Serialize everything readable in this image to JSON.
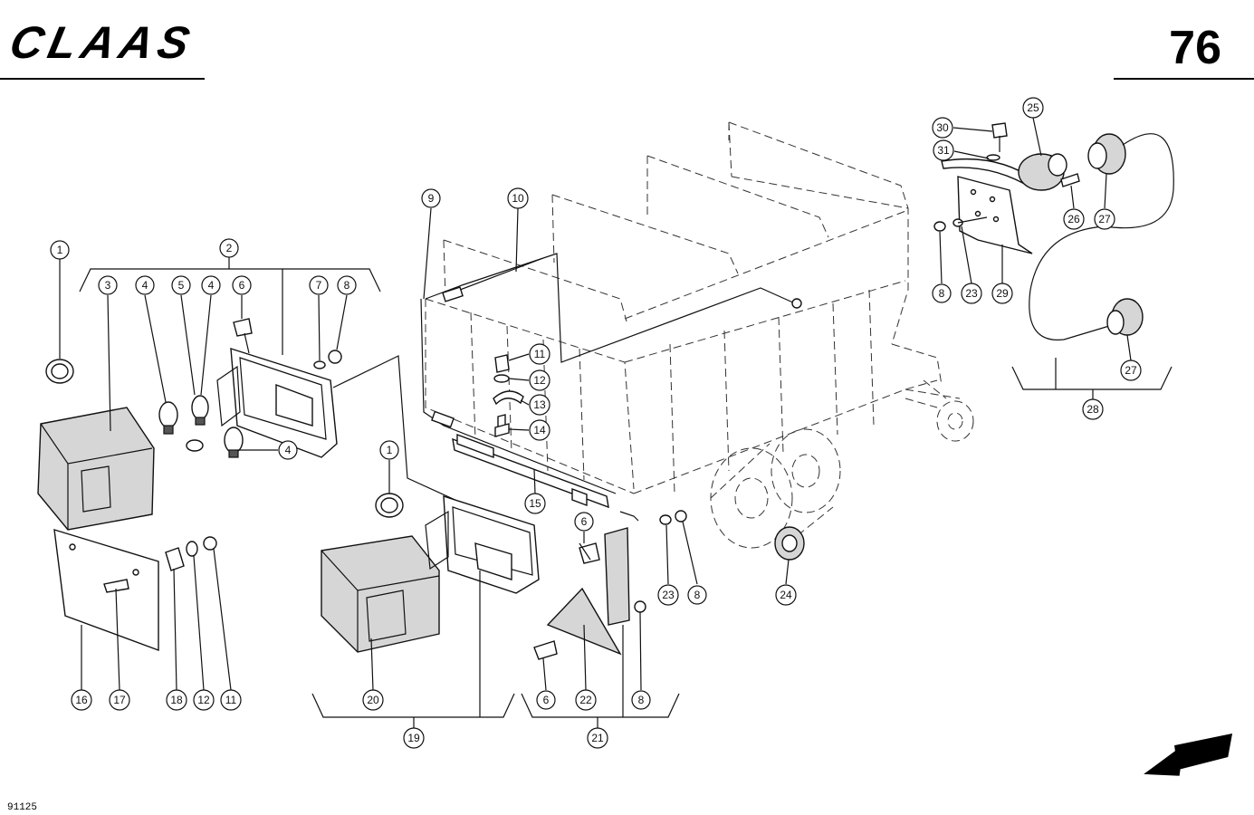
{
  "header": {
    "brand": "CLAAS",
    "page_number": "76",
    "drawing_number": "91125"
  },
  "callouts": [
    {
      "id": "c1a",
      "num": "1"
    },
    {
      "id": "c2",
      "num": "2"
    },
    {
      "id": "c3",
      "num": "3"
    },
    {
      "id": "c4a",
      "num": "4"
    },
    {
      "id": "c5",
      "num": "5"
    },
    {
      "id": "c4b",
      "num": "4"
    },
    {
      "id": "c6a",
      "num": "6"
    },
    {
      "id": "c7",
      "num": "7"
    },
    {
      "id": "c8a",
      "num": "8"
    },
    {
      "id": "c4c",
      "num": "4"
    },
    {
      "id": "c9",
      "num": "9"
    },
    {
      "id": "c10",
      "num": "10"
    },
    {
      "id": "c11a",
      "num": "11"
    },
    {
      "id": "c12a",
      "num": "12"
    },
    {
      "id": "c13",
      "num": "13"
    },
    {
      "id": "c14",
      "num": "14"
    },
    {
      "id": "c15",
      "num": "15"
    },
    {
      "id": "c1b",
      "num": "1"
    },
    {
      "id": "c6b",
      "num": "6"
    },
    {
      "id": "c23a",
      "num": "23"
    },
    {
      "id": "c8b",
      "num": "8"
    },
    {
      "id": "c24",
      "num": "24"
    },
    {
      "id": "c16",
      "num": "16"
    },
    {
      "id": "c17",
      "num": "17"
    },
    {
      "id": "c18",
      "num": "18"
    },
    {
      "id": "c12b",
      "num": "12"
    },
    {
      "id": "c11b",
      "num": "11"
    },
    {
      "id": "c20",
      "num": "20"
    },
    {
      "id": "c19",
      "num": "19"
    },
    {
      "id": "c6c",
      "num": "6"
    },
    {
      "id": "c22",
      "num": "22"
    },
    {
      "id": "c8c",
      "num": "8"
    },
    {
      "id": "c21",
      "num": "21"
    },
    {
      "id": "c30",
      "num": "30"
    },
    {
      "id": "c31",
      "num": "31"
    },
    {
      "id": "c25",
      "num": "25"
    },
    {
      "id": "c26",
      "num": "26"
    },
    {
      "id": "c27a",
      "num": "27"
    },
    {
      "id": "c8d",
      "num": "8"
    },
    {
      "id": "c23b",
      "num": "23"
    },
    {
      "id": "c29",
      "num": "29"
    },
    {
      "id": "c27b",
      "num": "27"
    },
    {
      "id": "c28",
      "num": "28"
    }
  ]
}
